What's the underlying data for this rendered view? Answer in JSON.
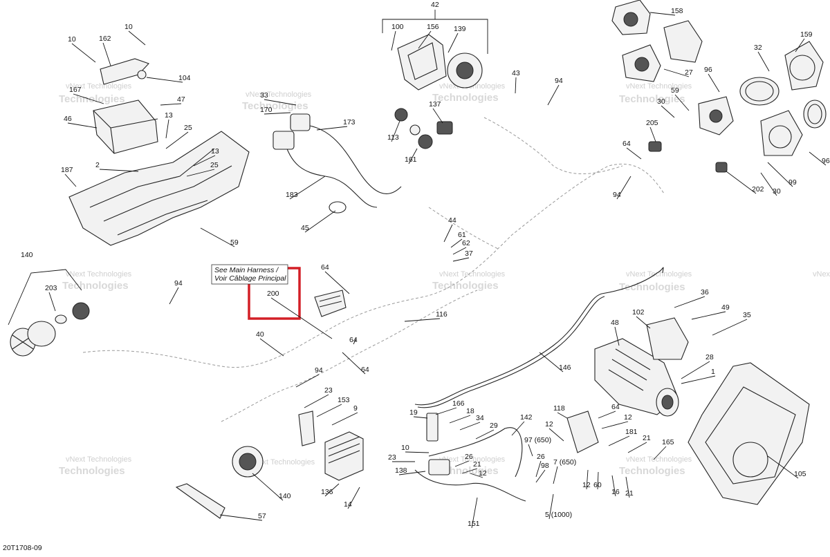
{
  "diagram": {
    "drawing_number": "20T1708-09",
    "watermark_line1": "vNext Technologies",
    "watermark_line2": "Technologies",
    "note_line1": "See Main Harness /",
    "note_line2": "Voir Câblage Principal",
    "highlight_label": "200",
    "highlight_color": "#d31f26"
  },
  "callouts": [
    {
      "id": "c42",
      "text": "42"
    },
    {
      "id": "c100",
      "text": "100"
    },
    {
      "id": "c156",
      "text": "156"
    },
    {
      "id": "c139",
      "text": "139"
    },
    {
      "id": "c158",
      "text": "158"
    },
    {
      "id": "c159",
      "text": "159"
    },
    {
      "id": "c32",
      "text": "32"
    },
    {
      "id": "c27",
      "text": "27"
    },
    {
      "id": "c96a",
      "text": "96"
    },
    {
      "id": "c59a",
      "text": "59"
    },
    {
      "id": "c30a",
      "text": "30"
    },
    {
      "id": "c205",
      "text": "205"
    },
    {
      "id": "c64a",
      "text": "64"
    },
    {
      "id": "c96b",
      "text": "96"
    },
    {
      "id": "c202",
      "text": "202"
    },
    {
      "id": "c30b",
      "text": "30"
    },
    {
      "id": "c99",
      "text": "99"
    },
    {
      "id": "c94a",
      "text": "94"
    },
    {
      "id": "c10a",
      "text": "10"
    },
    {
      "id": "c10b",
      "text": "10"
    },
    {
      "id": "c162",
      "text": "162"
    },
    {
      "id": "c104",
      "text": "104"
    },
    {
      "id": "c167",
      "text": "167"
    },
    {
      "id": "c47",
      "text": "47"
    },
    {
      "id": "c46",
      "text": "46"
    },
    {
      "id": "c13a",
      "text": "13"
    },
    {
      "id": "c25a",
      "text": "25"
    },
    {
      "id": "c13b",
      "text": "13"
    },
    {
      "id": "c25b",
      "text": "25"
    },
    {
      "id": "c187",
      "text": "187"
    },
    {
      "id": "c2",
      "text": "2"
    },
    {
      "id": "c59b",
      "text": "59"
    },
    {
      "id": "c33",
      "text": "33"
    },
    {
      "id": "c170",
      "text": "170"
    },
    {
      "id": "c173",
      "text": "173"
    },
    {
      "id": "c183",
      "text": "183"
    },
    {
      "id": "c45",
      "text": "45"
    },
    {
      "id": "c43",
      "text": "43"
    },
    {
      "id": "c94b",
      "text": "94"
    },
    {
      "id": "c137",
      "text": "137"
    },
    {
      "id": "c113",
      "text": "113"
    },
    {
      "id": "c161",
      "text": "161"
    },
    {
      "id": "c44",
      "text": "44"
    },
    {
      "id": "c61",
      "text": "61"
    },
    {
      "id": "c62",
      "text": "62"
    },
    {
      "id": "c37",
      "text": "37"
    },
    {
      "id": "c140a",
      "text": "140"
    },
    {
      "id": "c203",
      "text": "203"
    },
    {
      "id": "c94c",
      "text": "94"
    },
    {
      "id": "c64b",
      "text": "64"
    },
    {
      "id": "c200",
      "text": "200"
    },
    {
      "id": "c116",
      "text": "116"
    },
    {
      "id": "c40",
      "text": "40"
    },
    {
      "id": "c64c",
      "text": "64"
    },
    {
      "id": "c64d",
      "text": "64"
    },
    {
      "id": "c94d",
      "text": "94"
    },
    {
      "id": "c23a",
      "text": "23"
    },
    {
      "id": "c153",
      "text": "153"
    },
    {
      "id": "c9",
      "text": "9"
    },
    {
      "id": "c140b",
      "text": "140"
    },
    {
      "id": "c136",
      "text": "136"
    },
    {
      "id": "c14",
      "text": "14"
    },
    {
      "id": "c57",
      "text": "57"
    },
    {
      "id": "c146",
      "text": "146"
    },
    {
      "id": "c36",
      "text": "36"
    },
    {
      "id": "c102",
      "text": "102"
    },
    {
      "id": "c49",
      "text": "49"
    },
    {
      "id": "c35",
      "text": "35"
    },
    {
      "id": "c48",
      "text": "48"
    },
    {
      "id": "c28",
      "text": "28"
    },
    {
      "id": "c1",
      "text": "1"
    },
    {
      "id": "c19",
      "text": "19"
    },
    {
      "id": "c166",
      "text": "166"
    },
    {
      "id": "c18",
      "text": "18"
    },
    {
      "id": "c34",
      "text": "34"
    },
    {
      "id": "c29",
      "text": "29"
    },
    {
      "id": "c142",
      "text": "142"
    },
    {
      "id": "c118",
      "text": "118"
    },
    {
      "id": "c64e",
      "text": "64"
    },
    {
      "id": "c12a",
      "text": "12"
    },
    {
      "id": "c12b",
      "text": "12"
    },
    {
      "id": "c181",
      "text": "181"
    },
    {
      "id": "c21a",
      "text": "21"
    },
    {
      "id": "c165",
      "text": "165"
    },
    {
      "id": "c10c",
      "text": "10"
    },
    {
      "id": "c23b",
      "text": "23"
    },
    {
      "id": "c26a",
      "text": "26"
    },
    {
      "id": "c21b",
      "text": "21"
    },
    {
      "id": "c138",
      "text": "138"
    },
    {
      "id": "c12c",
      "text": "12"
    },
    {
      "id": "c97",
      "text": "97 (650)"
    },
    {
      "id": "c26b",
      "text": "26"
    },
    {
      "id": "c98",
      "text": "98"
    },
    {
      "id": "c7",
      "text": "7 (650)"
    },
    {
      "id": "c12d",
      "text": "12"
    },
    {
      "id": "c60",
      "text": "60"
    },
    {
      "id": "c16",
      "text": "16"
    },
    {
      "id": "c21c",
      "text": "21"
    },
    {
      "id": "c105",
      "text": "105"
    },
    {
      "id": "c151",
      "text": "151"
    },
    {
      "id": "c5",
      "text": "5 (1000)"
    }
  ]
}
